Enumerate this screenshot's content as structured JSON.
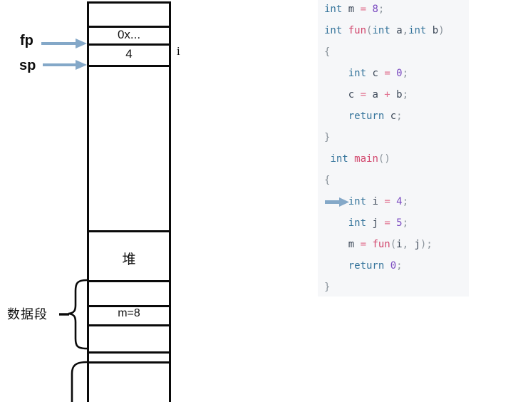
{
  "stack": {
    "fp_label": "fp",
    "sp_label": "sp",
    "i_label": "i",
    "return_address": "0x...",
    "i_value": "4",
    "heap_label": "堆",
    "data_segment_label": "数据段",
    "m_value": "m=8"
  },
  "code": {
    "arrow_line_index": 9,
    "lines": [
      {
        "tokens": [
          {
            "t": "int",
            "c": "kw"
          },
          {
            "t": " m ",
            "c": "id"
          },
          {
            "t": "= ",
            "c": "op"
          },
          {
            "t": "8",
            "c": "num"
          },
          {
            "t": ";",
            "c": "pu"
          }
        ]
      },
      {
        "tokens": [
          {
            "t": "int",
            "c": "kw"
          },
          {
            "t": " ",
            "c": "pl"
          },
          {
            "t": "fun",
            "c": "fn"
          },
          {
            "t": "(",
            "c": "pu"
          },
          {
            "t": "int",
            "c": "kw"
          },
          {
            "t": " a",
            "c": "id"
          },
          {
            "t": ",",
            "c": "pu"
          },
          {
            "t": "int",
            "c": "kw"
          },
          {
            "t": " b",
            "c": "id"
          },
          {
            "t": ")",
            "c": "pu"
          }
        ]
      },
      {
        "tokens": [
          {
            "t": "{",
            "c": "pu"
          }
        ]
      },
      {
        "tokens": [
          {
            "t": "    ",
            "c": "pl"
          },
          {
            "t": "int",
            "c": "kw"
          },
          {
            "t": " c ",
            "c": "id"
          },
          {
            "t": "= ",
            "c": "op"
          },
          {
            "t": "0",
            "c": "num"
          },
          {
            "t": ";",
            "c": "pu"
          }
        ]
      },
      {
        "tokens": [
          {
            "t": "    ",
            "c": "pl"
          },
          {
            "t": "c ",
            "c": "id"
          },
          {
            "t": "= ",
            "c": "op"
          },
          {
            "t": "a ",
            "c": "id"
          },
          {
            "t": "+ ",
            "c": "op"
          },
          {
            "t": "b",
            "c": "id"
          },
          {
            "t": ";",
            "c": "pu"
          }
        ]
      },
      {
        "tokens": [
          {
            "t": "    ",
            "c": "pl"
          },
          {
            "t": "return",
            "c": "kw"
          },
          {
            "t": " c",
            "c": "id"
          },
          {
            "t": ";",
            "c": "pu"
          }
        ]
      },
      {
        "tokens": [
          {
            "t": "}",
            "c": "pu"
          }
        ]
      },
      {
        "tokens": [
          {
            "t": " ",
            "c": "pl"
          },
          {
            "t": "int",
            "c": "kw"
          },
          {
            "t": " ",
            "c": "pl"
          },
          {
            "t": "main",
            "c": "fn"
          },
          {
            "t": "()",
            "c": "pu"
          }
        ]
      },
      {
        "tokens": [
          {
            "t": "{",
            "c": "pu"
          }
        ]
      },
      {
        "tokens": [
          {
            "t": "    ",
            "c": "pl"
          },
          {
            "t": "int",
            "c": "kw"
          },
          {
            "t": " i ",
            "c": "id"
          },
          {
            "t": "= ",
            "c": "op"
          },
          {
            "t": "4",
            "c": "num"
          },
          {
            "t": ";",
            "c": "pu"
          }
        ]
      },
      {
        "tokens": [
          {
            "t": "    ",
            "c": "pl"
          },
          {
            "t": "int",
            "c": "kw"
          },
          {
            "t": " j ",
            "c": "id"
          },
          {
            "t": "= ",
            "c": "op"
          },
          {
            "t": "5",
            "c": "num"
          },
          {
            "t": ";",
            "c": "pu"
          }
        ]
      },
      {
        "tokens": [
          {
            "t": "    ",
            "c": "pl"
          },
          {
            "t": "m ",
            "c": "id"
          },
          {
            "t": "= ",
            "c": "op"
          },
          {
            "t": "fun",
            "c": "fn"
          },
          {
            "t": "(",
            "c": "pu"
          },
          {
            "t": "i",
            "c": "id"
          },
          {
            "t": ", ",
            "c": "pu"
          },
          {
            "t": "j",
            "c": "id"
          },
          {
            "t": ")",
            "c": "pu"
          },
          {
            "t": ";",
            "c": "pu"
          }
        ]
      },
      {
        "tokens": [
          {
            "t": "    ",
            "c": "pl"
          },
          {
            "t": "return",
            "c": "kw"
          },
          {
            "t": " ",
            "c": "pl"
          },
          {
            "t": "0",
            "c": "num"
          },
          {
            "t": ";",
            "c": "pu"
          }
        ]
      },
      {
        "tokens": [
          {
            "t": "}",
            "c": "pu"
          }
        ]
      }
    ]
  },
  "colors": {
    "border": "#0a0a0a",
    "arrow": "#84a8c8",
    "code_bg": "#f6f7f9",
    "kw": "#35749b",
    "id": "#3c4858",
    "fn": "#d2476d",
    "op": "#e0708e",
    "num": "#7b4bc1",
    "pu": "#8b949c"
  }
}
